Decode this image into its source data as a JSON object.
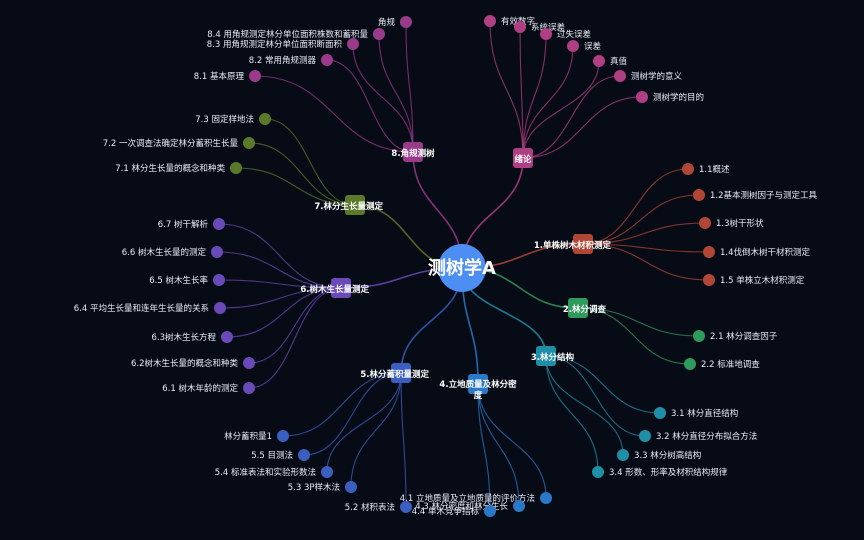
{
  "root": {
    "label": "测树学A",
    "color": "#4d8ef5"
  },
  "branches": [
    {
      "id": "b0",
      "label": "绪论",
      "color": "#b03e82",
      "leaves": [
        "有效数字",
        "系统误差",
        "过失误差",
        "误差",
        "真值",
        "测树学的意义",
        "测树学的目的"
      ]
    },
    {
      "id": "b1",
      "label": "1.单株树木材积测定",
      "color": "#b04636",
      "leaves": [
        "1.1概述",
        "1.2基本测树因子与测定工具",
        "1.3树干形状",
        "1.4伐倒木树干材积测定",
        "1.5 单株立木材积测定"
      ]
    },
    {
      "id": "b2",
      "label": "2.林分调查",
      "color": "#2e9a5c",
      "leaves": [
        "2.1 林分调查因子",
        "2.2 标准地调查"
      ]
    },
    {
      "id": "b3",
      "label": "3.林分结构",
      "color": "#1f8fa8",
      "leaves": [
        "3.1 林分直径结构",
        "3.2 林分直径分布拟合方法",
        "3.3 林分树高结构",
        "3.4 形数、形率及材积结构规律"
      ]
    },
    {
      "id": "b4",
      "label": "4.立地质量及林分密度",
      "color": "#2a78c8",
      "leaves": [
        "4.1 立地质量及立地质量的评价方法",
        "4.3 林分密度和林分生长",
        "4.4 单木竞争指标"
      ]
    },
    {
      "id": "b5",
      "label": "5.林分蓄积量测定",
      "color": "#3b5fc0",
      "leaves": [
        "5.2 材积表法",
        "5.3 3P样木法",
        "5.4 标准表法和实验形数法",
        "5.5 目测法",
        "林分蓄积量1"
      ]
    },
    {
      "id": "b6",
      "label": "6.树木生长量测定",
      "color": "#6a4ab8",
      "leaves": [
        "6.1 树木年龄的测定",
        "6.2树木生长量的概念和种类",
        "6.3树木生长方程",
        "6.4 平均生长量和连年生长量的关系",
        "6.5 树木生长率",
        "6.6 树木生长量的测定",
        "6.7 树干解析"
      ]
    },
    {
      "id": "b7",
      "label": "7.林分生长量测定",
      "color": "#5a7a2a",
      "leaves": [
        "7.1 林分生长量的概念和种类",
        "7.2 一次调查法确定林分蓄积生长量",
        "7.3 固定样地法"
      ]
    },
    {
      "id": "b8",
      "label": "8.角规测树",
      "color": "#9a3a8a",
      "leaves": [
        "8.1 基本原理",
        "8.2 常用角规测器",
        "8.3 用角规测定林分单位面积断面积",
        "8.4 用角规测定林分单位面积株数和蓄积量",
        "角规"
      ]
    }
  ]
}
